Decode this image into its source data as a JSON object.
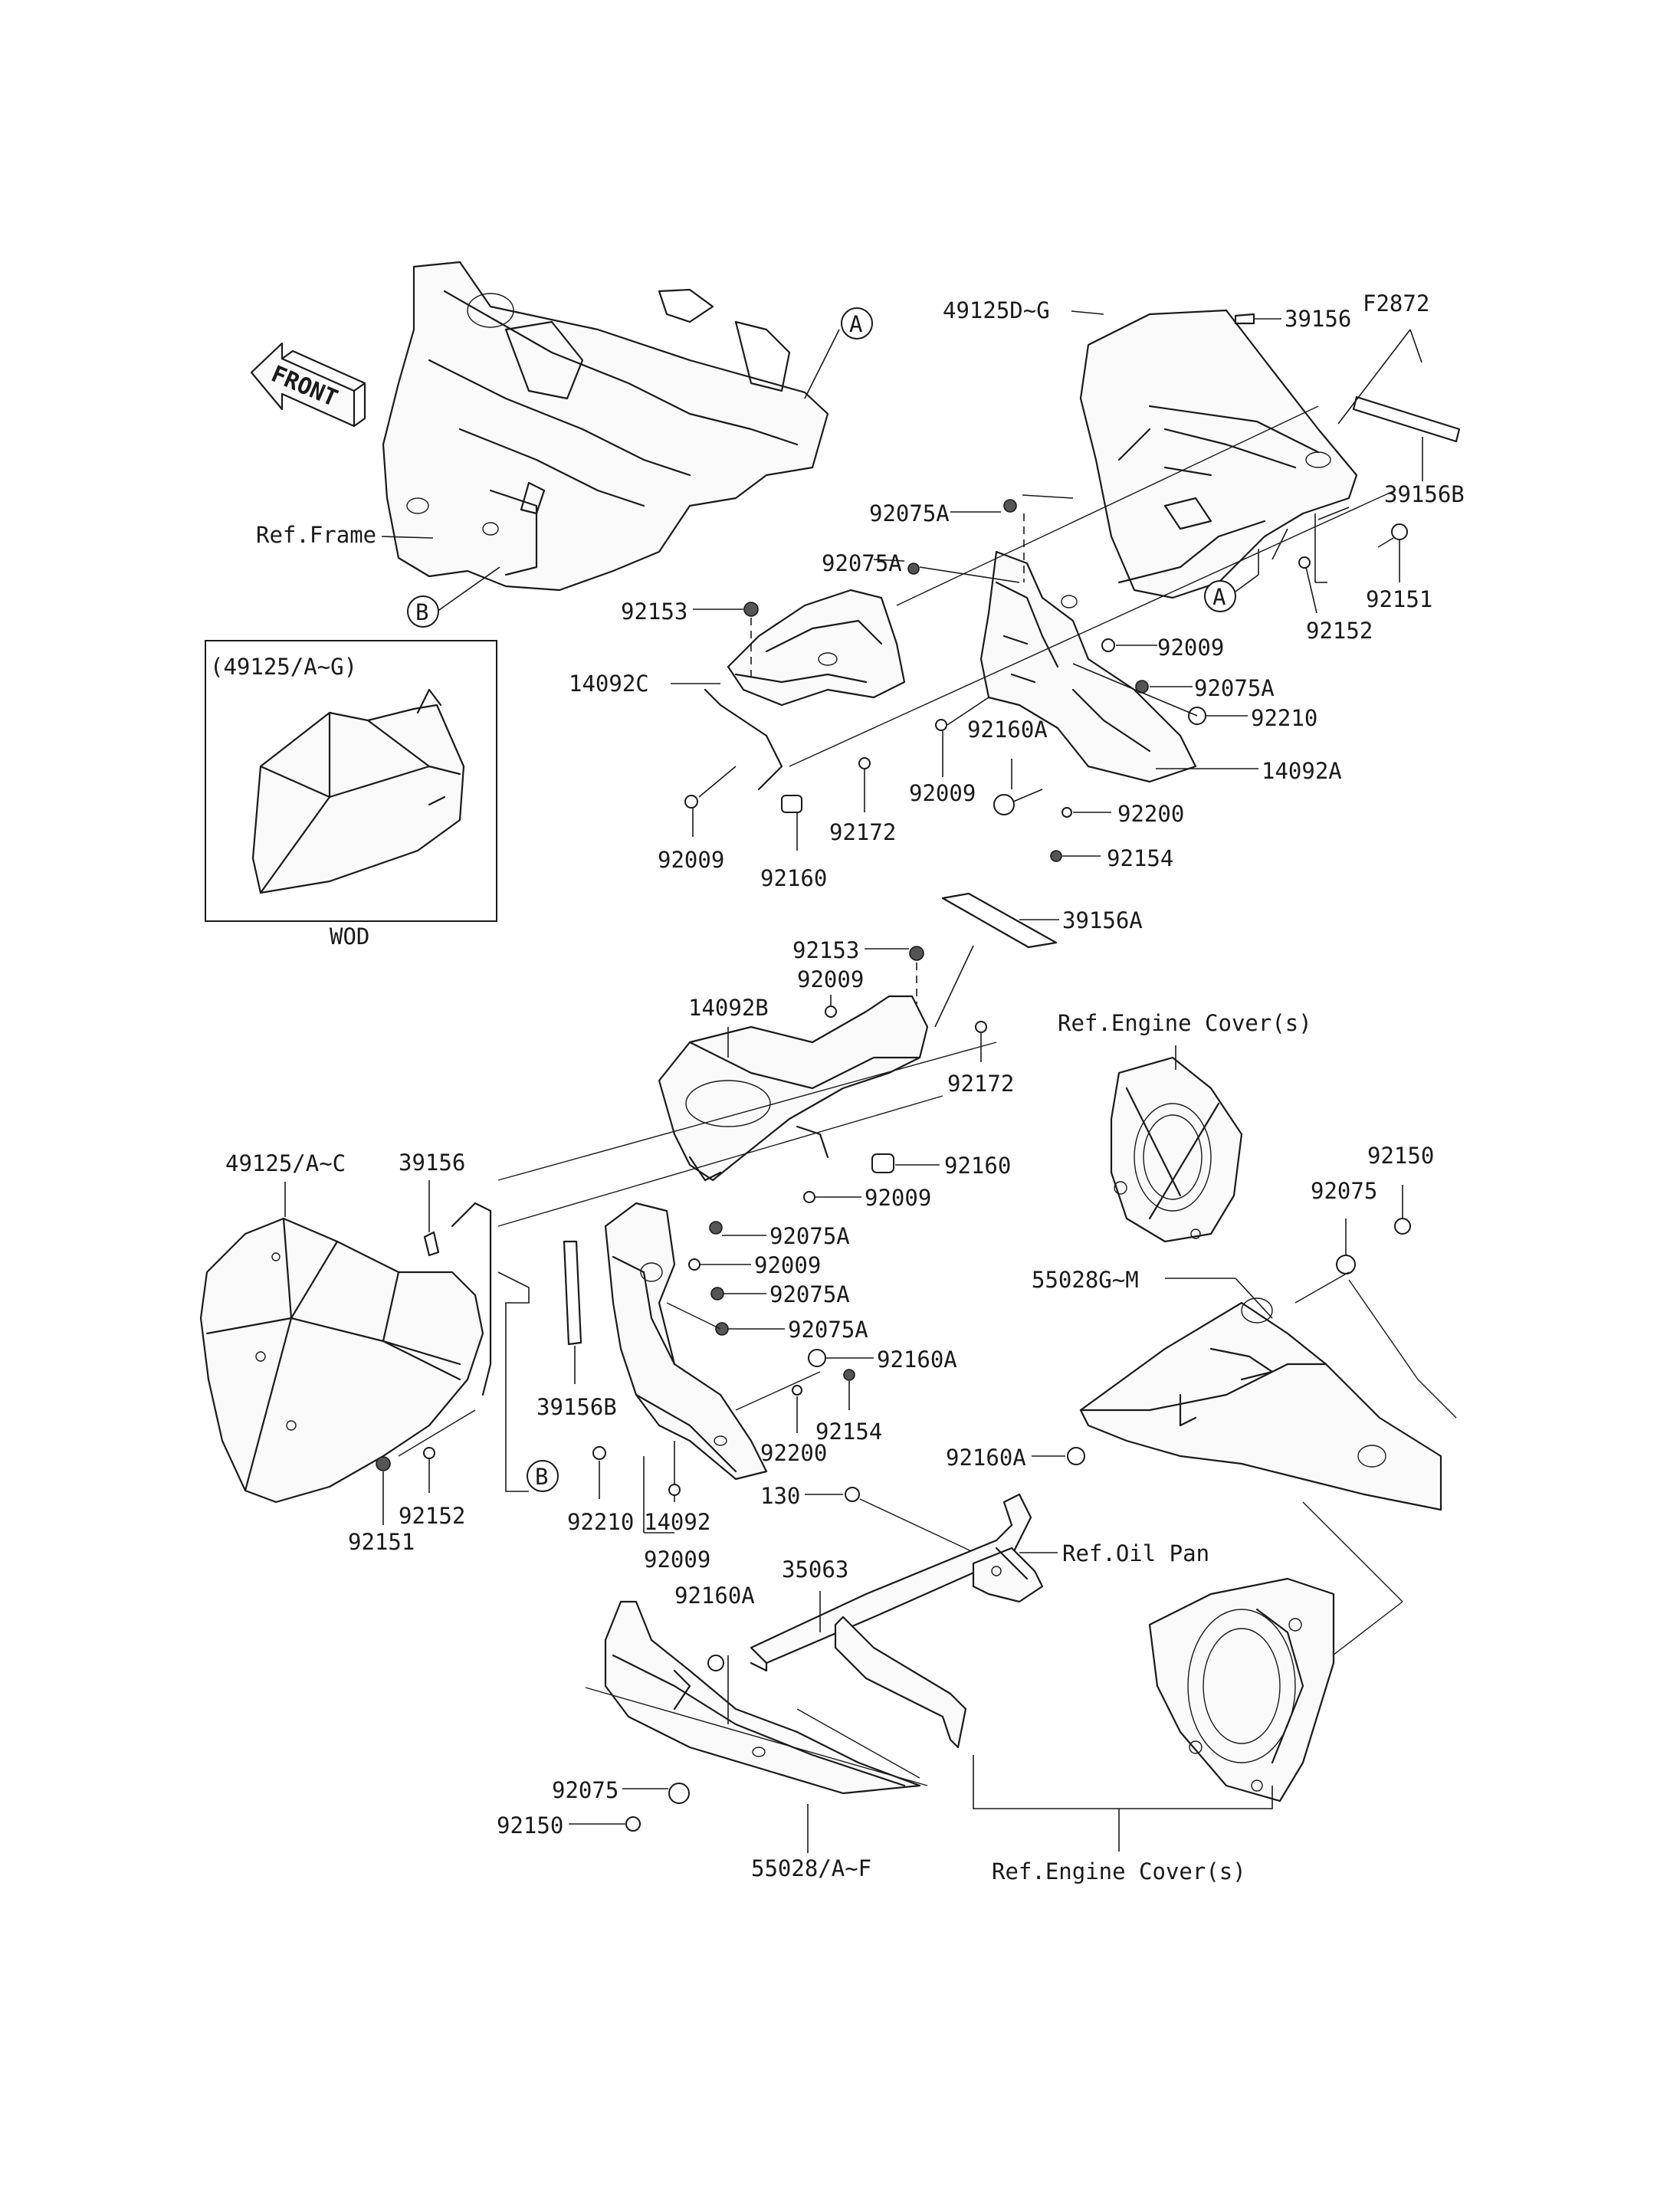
{
  "diagram_code": "F2872",
  "front_label": "FRONT",
  "inset": {
    "title": "(49125/A~G)",
    "caption": "WOD"
  },
  "refs": {
    "frame": "Ref.Frame",
    "engine_cover_top": "Ref.Engine Cover(s)",
    "engine_cover_bottom": "Ref.Engine Cover(s)",
    "oil_pan": "Ref.Oil Pan"
  },
  "markers": {
    "a": "A",
    "b": "B"
  },
  "labels": {
    "p39156_top": "39156",
    "p49125DG": "49125D~G",
    "p39156B_top": "39156B",
    "p92075A_1": "92075A",
    "p92075A_2": "92075A",
    "p92153_top": "92153",
    "p14092C": "14092C",
    "p92009_a": "92009",
    "p92075A_3": "92075A",
    "p92210_top": "92210",
    "p92160A_top": "92160A",
    "p14092A": "14092A",
    "p92009_b": "92009",
    "p92172_top": "92172",
    "p92200_top": "92200",
    "p92154_top": "92154",
    "p92009_c": "92009",
    "p92160_top": "92160",
    "p92152_top": "92152",
    "p92151_top": "92151",
    "p39156A": "39156A",
    "p92153_mid": "92153",
    "p92009_d": "92009",
    "p14092B": "14092B",
    "p92172_mid": "92172",
    "p92160_mid": "92160",
    "p92009_e": "92009",
    "p49125AC": "49125/A~C",
    "p39156_mid": "39156",
    "p92075A_4": "92075A",
    "p92009_f": "92009",
    "p92075A_5": "92075A",
    "p92075A_6": "92075A",
    "p92160A_mid": "92160A",
    "p92200_mid": "92200",
    "p92154_mid": "92154",
    "p39156B_mid": "39156B",
    "p92152_mid": "92152",
    "p92151_mid": "92151",
    "p92210_mid": "92210",
    "p14092": "14092",
    "p92009_g": "92009",
    "p92150_right": "92150",
    "p92075_right": "92075",
    "p55028GM": "55028G~M",
    "p92160A_right": "92160A",
    "p130": "130",
    "p35063": "35063",
    "p92160A_low": "92160A",
    "p92075_low": "92075",
    "p92150_low": "92150",
    "p55028AF": "55028/A~F"
  }
}
